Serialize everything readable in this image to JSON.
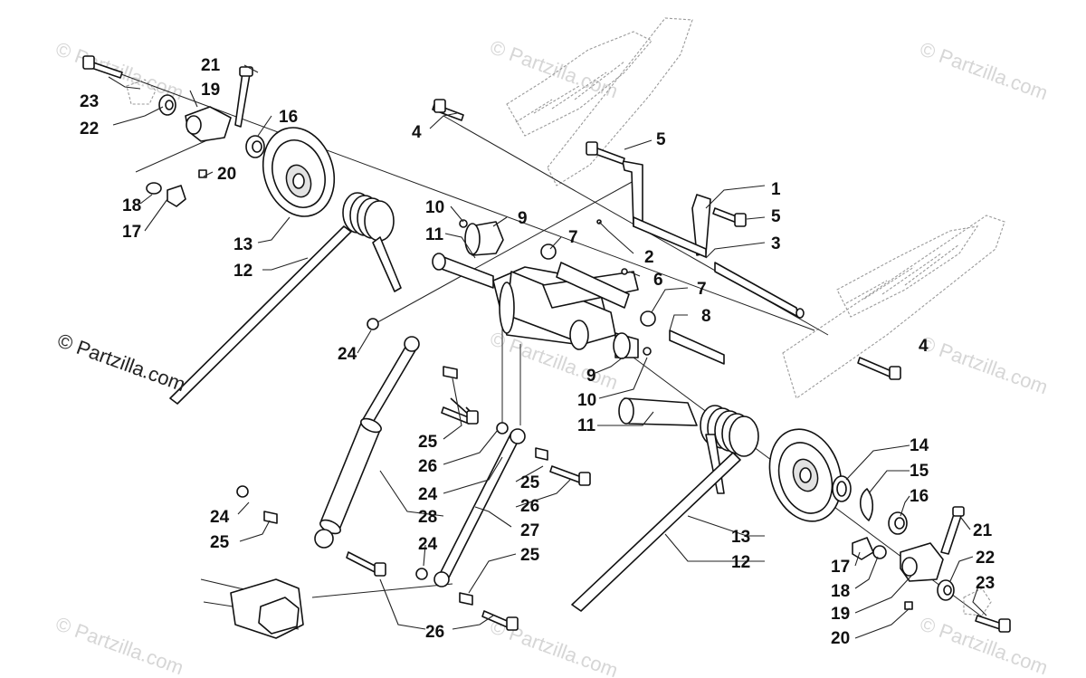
{
  "callouts": [
    {
      "id": "c1",
      "label": "1"
    },
    {
      "id": "c2",
      "label": "2"
    },
    {
      "id": "c3",
      "label": "3"
    },
    {
      "id": "c4a",
      "label": "4"
    },
    {
      "id": "c4b",
      "label": "4"
    },
    {
      "id": "c5a",
      "label": "5"
    },
    {
      "id": "c5b",
      "label": "5"
    },
    {
      "id": "c6",
      "label": "6"
    },
    {
      "id": "c7a",
      "label": "7"
    },
    {
      "id": "c7b",
      "label": "7"
    },
    {
      "id": "c8",
      "label": "8"
    },
    {
      "id": "c9a",
      "label": "9"
    },
    {
      "id": "c9b",
      "label": "9"
    },
    {
      "id": "c10a",
      "label": "10"
    },
    {
      "id": "c10b",
      "label": "10"
    },
    {
      "id": "c11a",
      "label": "11"
    },
    {
      "id": "c11b",
      "label": "11"
    },
    {
      "id": "c12a",
      "label": "12"
    },
    {
      "id": "c12b",
      "label": "12"
    },
    {
      "id": "c13a",
      "label": "13"
    },
    {
      "id": "c13b",
      "label": "13"
    },
    {
      "id": "c14",
      "label": "14"
    },
    {
      "id": "c15",
      "label": "15"
    },
    {
      "id": "c16a",
      "label": "16"
    },
    {
      "id": "c16b",
      "label": "16"
    },
    {
      "id": "c17a",
      "label": "17"
    },
    {
      "id": "c17b",
      "label": "17"
    },
    {
      "id": "c18a",
      "label": "18"
    },
    {
      "id": "c18b",
      "label": "18"
    },
    {
      "id": "c19a",
      "label": "19"
    },
    {
      "id": "c19b",
      "label": "19"
    },
    {
      "id": "c20a",
      "label": "20"
    },
    {
      "id": "c20b",
      "label": "20"
    },
    {
      "id": "c21a",
      "label": "21"
    },
    {
      "id": "c21b",
      "label": "21"
    },
    {
      "id": "c22a",
      "label": "22"
    },
    {
      "id": "c22b",
      "label": "22"
    },
    {
      "id": "c23a",
      "label": "23"
    },
    {
      "id": "c23b",
      "label": "23"
    },
    {
      "id": "c24a",
      "label": "24"
    },
    {
      "id": "c24b",
      "label": "24"
    },
    {
      "id": "c24c",
      "label": "24"
    },
    {
      "id": "c24d",
      "label": "24"
    },
    {
      "id": "c25a",
      "label": "25"
    },
    {
      "id": "c25b",
      "label": "25"
    },
    {
      "id": "c25c",
      "label": "25"
    },
    {
      "id": "c25d",
      "label": "25"
    },
    {
      "id": "c26a",
      "label": "26"
    },
    {
      "id": "c26b",
      "label": "26"
    },
    {
      "id": "c26c",
      "label": "26"
    },
    {
      "id": "c27",
      "label": "27"
    },
    {
      "id": "c28",
      "label": "28"
    }
  ],
  "copyright": "© Partzilla.com",
  "watermark": "© Partzilla.com"
}
